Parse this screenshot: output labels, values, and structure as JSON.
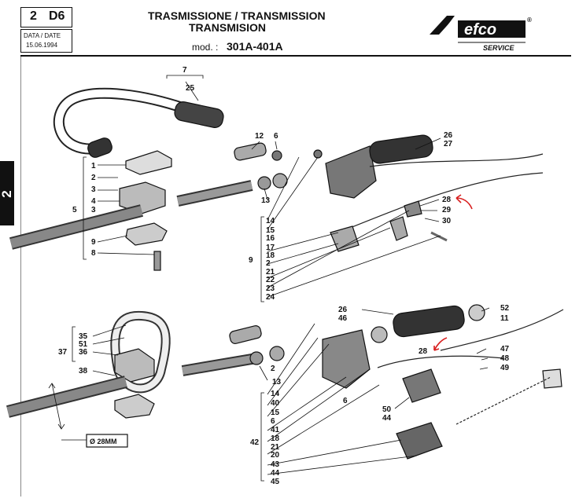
{
  "header": {
    "section_number": "2",
    "page_code": "D6",
    "date_label": "DATA / DATE",
    "date_value": "15.06.1994",
    "title_line1": "TRASMISSIONE / TRANSMISSION",
    "title_line2": "TRANSMISION",
    "model_label": "mod. :",
    "model_value": "301A-401A",
    "brand": "efco",
    "service_label": "SERVICE"
  },
  "sidebar": {
    "section_tab": "2"
  },
  "upper_assembly": {
    "callouts": [
      "7",
      "25",
      "1",
      "2",
      "3",
      "4",
      "3",
      "5",
      "9",
      "8",
      "12",
      "13",
      "6",
      "14",
      "15",
      "16",
      "17",
      "18",
      "2",
      "21",
      "22",
      "23",
      "24",
      "26",
      "27",
      "28",
      "29",
      "30"
    ],
    "bracket_label": "9"
  },
  "lower_assembly": {
    "callouts": [
      "35",
      "51",
      "36",
      "38",
      "37",
      "13",
      "14",
      "40",
      "15",
      "6",
      "41",
      "18",
      "21",
      "20",
      "42",
      "43",
      "44",
      "45",
      "26",
      "46",
      "28",
      "52",
      "11",
      "47",
      "48",
      "49",
      "50",
      "44",
      "6",
      "2"
    ],
    "diameter_label": "Ø 28MM"
  },
  "colors": {
    "ink": "#111111",
    "annotation": "#d81e1e",
    "paper": "#ffffff"
  }
}
